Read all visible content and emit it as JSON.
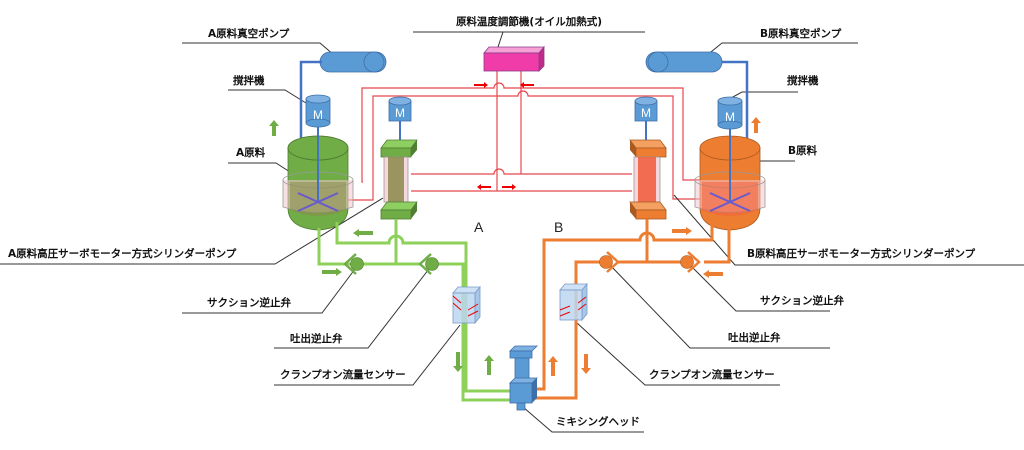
{
  "title": "原料温度調節機(オイル加熱式)",
  "colors": {
    "line_a": "#8ed15a",
    "tank_a": "#70ad47",
    "line_b": "#ed7d31",
    "tank_b": "#ed7d31",
    "equipment_blue": "#5b9bd5",
    "heater": "#f03ca8",
    "heat_loop": "#e8484c",
    "jacket": "#f4c6d0"
  },
  "labels": {
    "heater": "原料温度調節機(オイル加熱式)",
    "vacuum_a": "A原料真空ポンプ",
    "vacuum_b": "B原料真空ポンプ",
    "mixer_a": "撹拌機",
    "mixer_b": "撹拌機",
    "tank_a": "A原料",
    "tank_b": "B原料",
    "pump_a": "A原料高圧サーボモーター方式シリンダーポンプ",
    "pump_b": "B原料高圧サーボモーター方式シリンダーポンプ",
    "suction_valve_a": "サクション逆止弁",
    "suction_valve_b": "サクション逆止弁",
    "discharge_valve_a": "吐出逆止弁",
    "discharge_valve_b": "吐出逆止弁",
    "flow_sensor_a": "クランプオン流量センサー",
    "flow_sensor_b": "クランプオン流量センサー",
    "mixing_head": "ミキシングヘッド",
    "line_a": "A",
    "line_b": "B",
    "motor": "M"
  }
}
